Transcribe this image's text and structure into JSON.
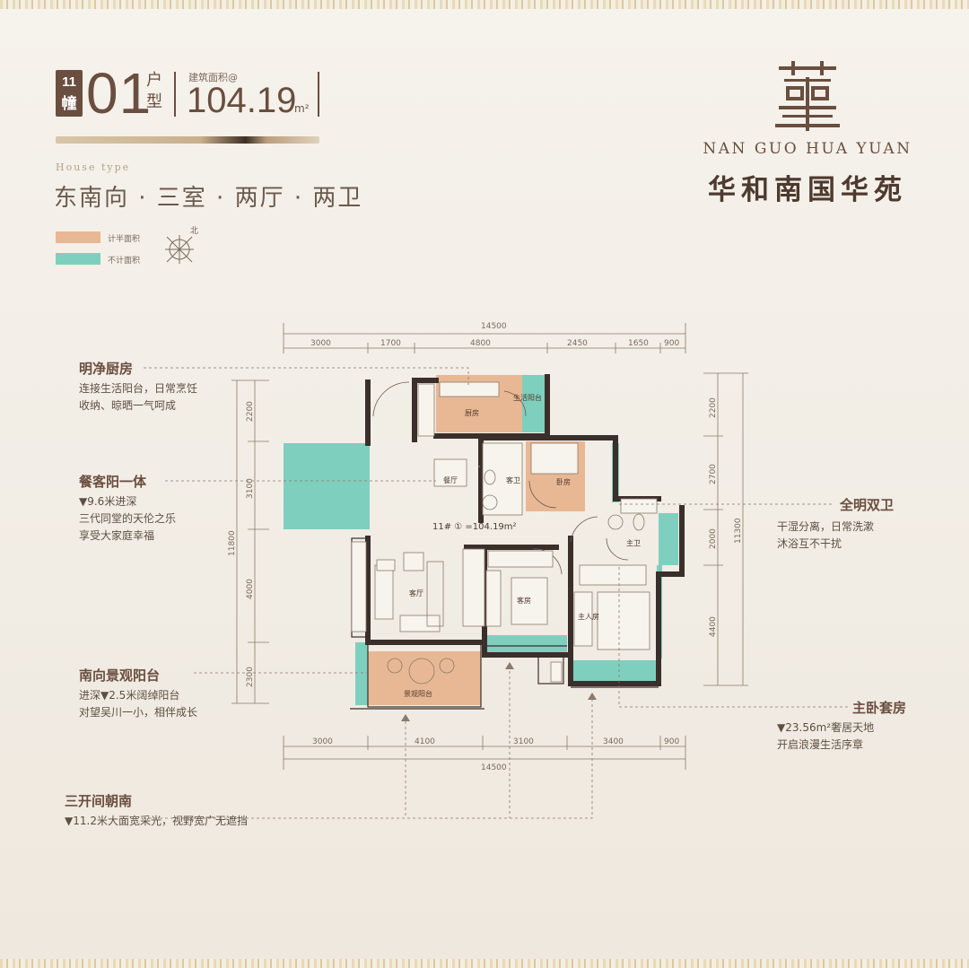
{
  "header": {
    "building_badge": [
      "11",
      "幢"
    ],
    "unit_number": "01",
    "unit_suffix": "户型",
    "area_label": "建筑面积@",
    "area_value": "104.19",
    "area_unit": "m²",
    "house_type_en": "House type",
    "orientation_text": "东南向 · 三室 · 两厅 · 两卫"
  },
  "legend": {
    "items": [
      {
        "label": "计半面积",
        "color": "#e8b894"
      },
      {
        "label": "不计面积",
        "color": "#7fcfbf"
      }
    ],
    "compass_label": "北"
  },
  "logo": {
    "glyph": "華",
    "english": "NAN GUO HUA YUAN",
    "chinese": "华和南国华苑"
  },
  "colors": {
    "brown": "#6a4e3f",
    "half_area": "#e8b894",
    "excluded_area": "#7fcfbf",
    "wall": "#3a2f2a"
  },
  "plan": {
    "unit_area_text": "11# ① =104.19m²",
    "top_total": "14500",
    "top_dims": [
      "3000",
      "1700",
      "4800",
      "2450",
      "1650",
      "900"
    ],
    "bottom_dims": [
      "3000",
      "4100",
      "3100",
      "3400",
      "900"
    ],
    "bottom_total": "14500",
    "left_dims": [
      "2200",
      "3100",
      "4000",
      "2300"
    ],
    "left_total": "11800",
    "right_dims": [
      "2200",
      "2700",
      "2000",
      "4400"
    ],
    "right_total": "11300",
    "rooms": {
      "kitchen": "厨房",
      "utility_balcony": "生活阳台",
      "dining": "餐厅",
      "guest_bath": "客卫",
      "bedroom_top": "卧房",
      "living": "客厅",
      "guest_room": "客房",
      "master_bath": "主卫",
      "master_room": "主人房",
      "view_balcony": "景观阳台"
    }
  },
  "annotations": {
    "kitchen": {
      "title": "明净厨房",
      "lines": [
        "连接生活阳台，日常烹饪",
        "收纳、晾晒一气呵成"
      ]
    },
    "dining": {
      "title": "餐客阳一体",
      "lines": [
        "▼9.6米进深",
        "三代同堂的天伦之乐",
        "享受大家庭幸福"
      ]
    },
    "balcony": {
      "title": "南向景观阳台",
      "lines": [
        "进深▼2.5米阔绰阳台",
        "对望吴川一小，相伴成长"
      ]
    },
    "south": {
      "title": "三开间朝南",
      "lines": [
        "▼11.2米大面宽采光，视野宽广无遮挡"
      ]
    },
    "bath": {
      "title": "全明双卫",
      "lines": [
        "干湿分离，日常洗漱",
        "沐浴互不干扰"
      ]
    },
    "master": {
      "title": "主卧套房",
      "lines": [
        "▼23.56m²奢居天地",
        "开启浪漫生活序章"
      ]
    }
  }
}
